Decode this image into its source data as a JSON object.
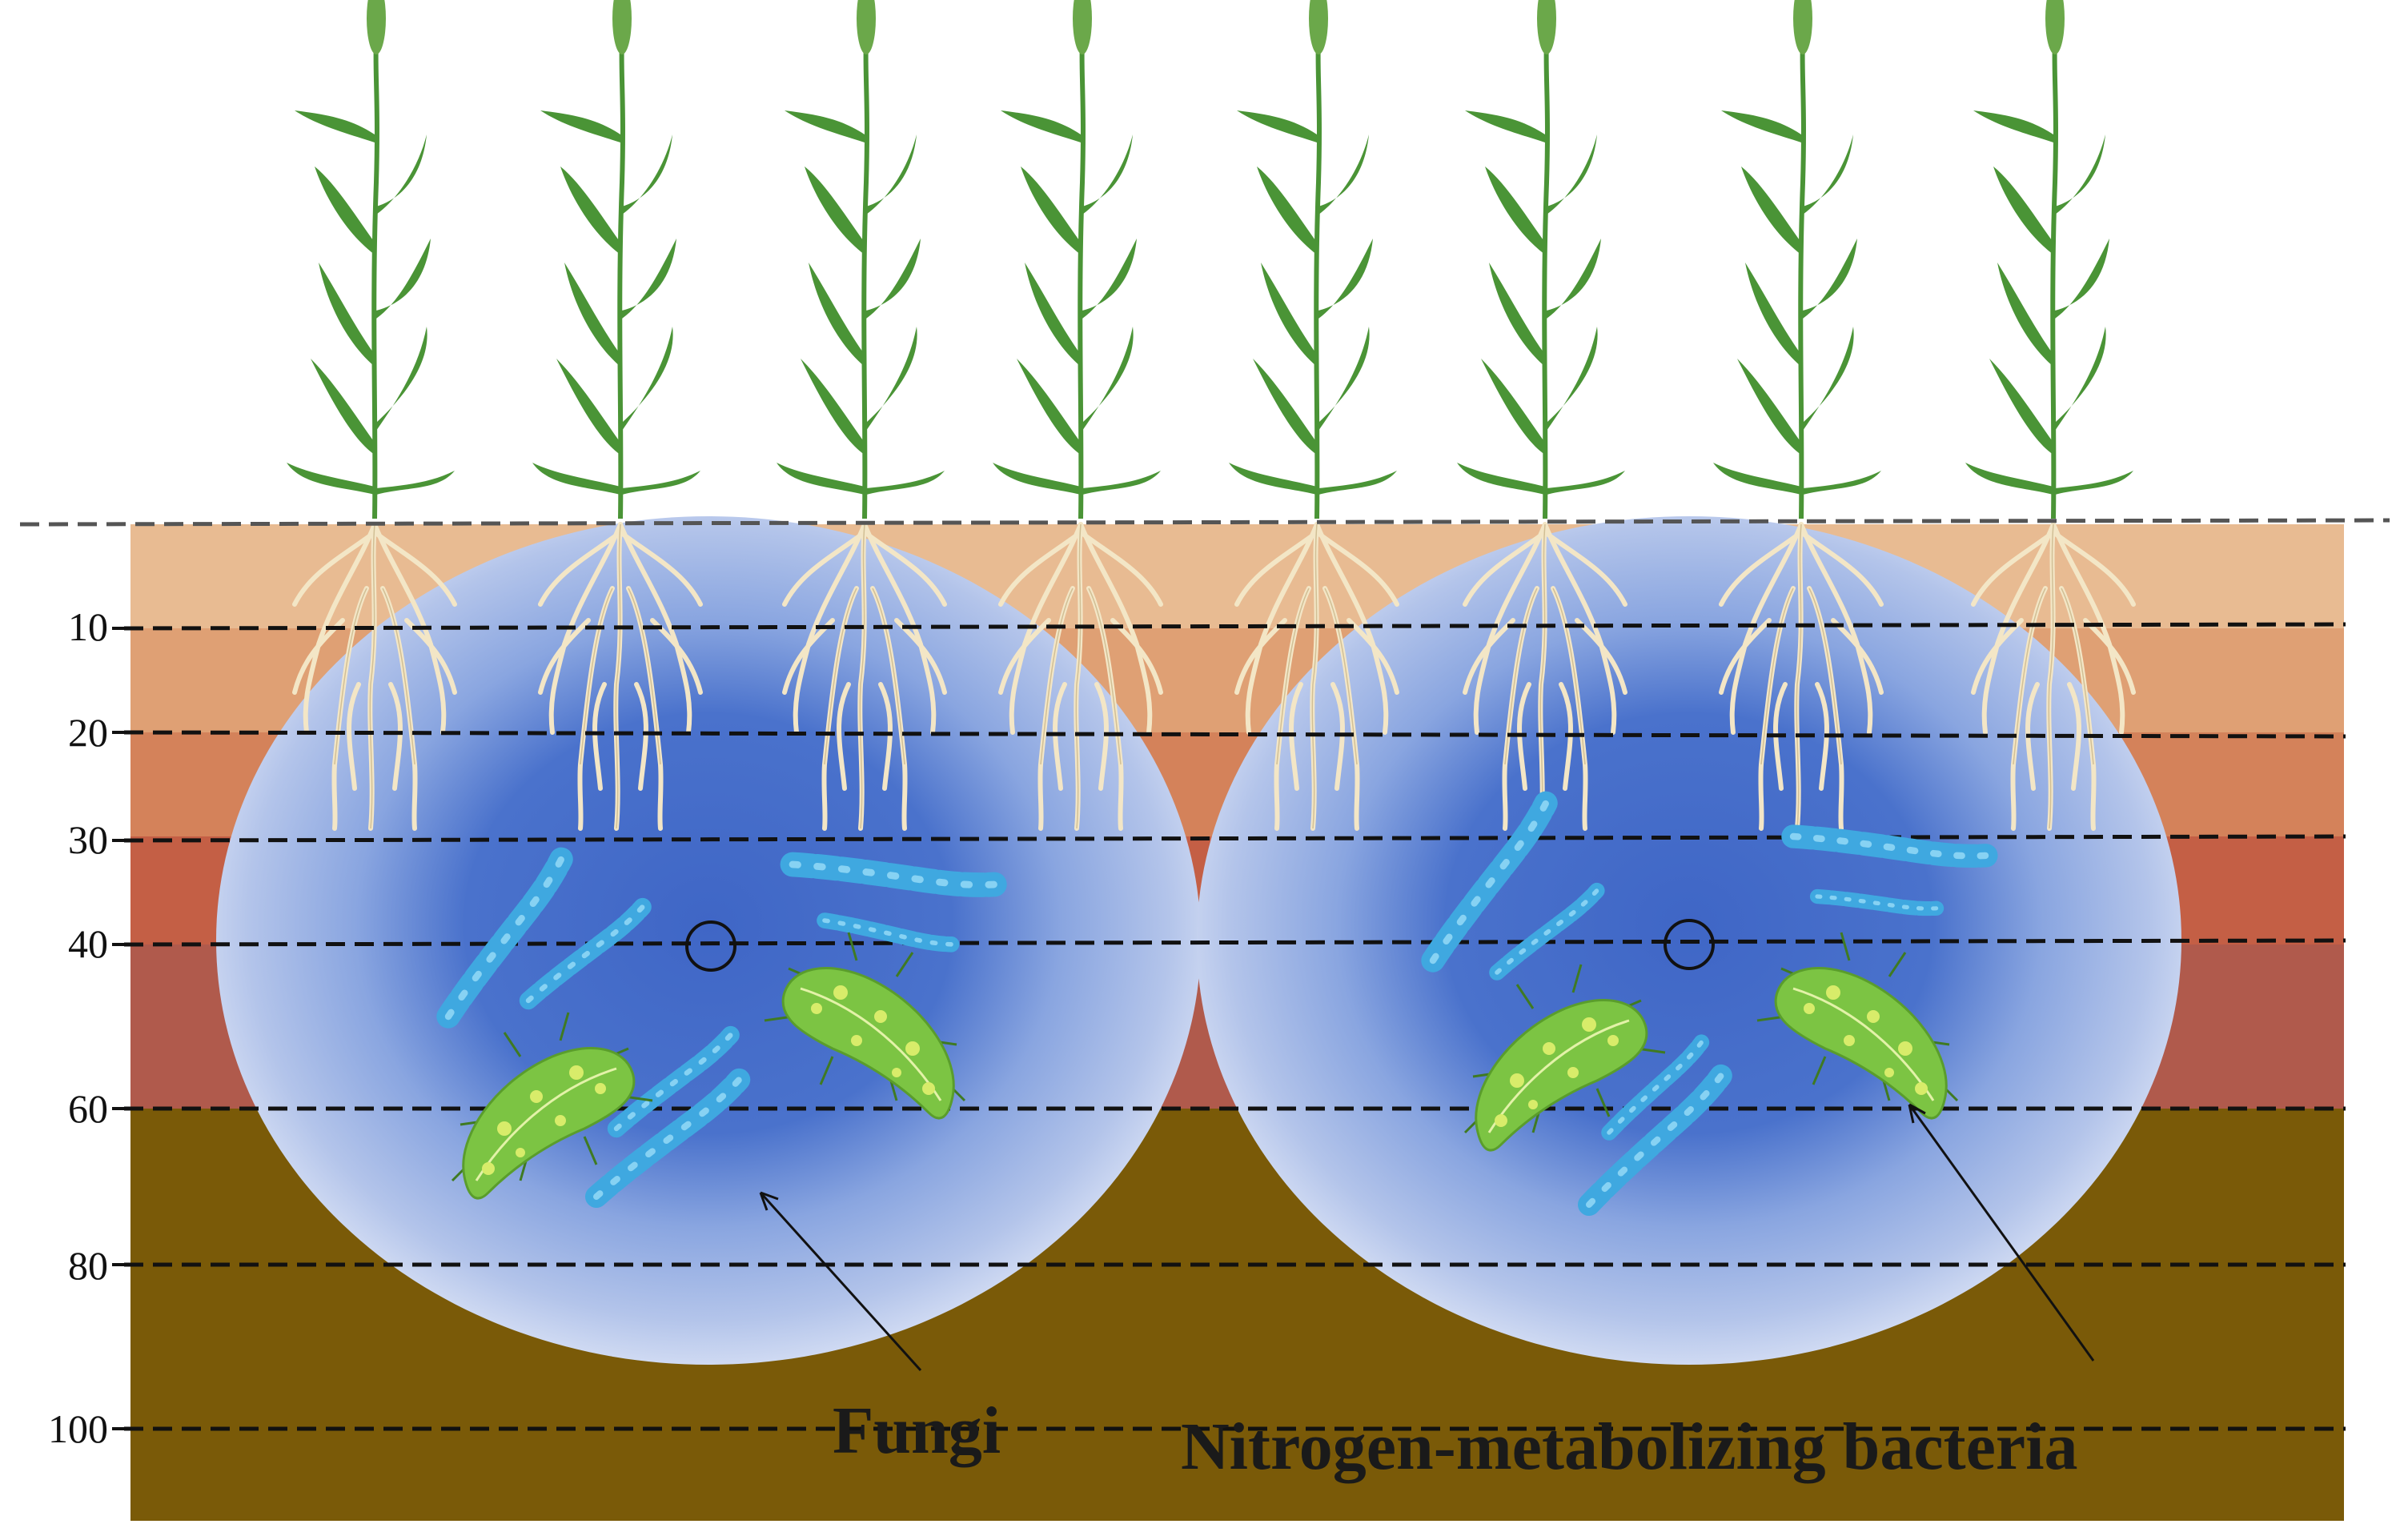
{
  "depth_markers": [
    "10",
    "20",
    "30",
    "40",
    "60",
    "80",
    "100"
  ],
  "labels": {
    "fungi": "Fungi",
    "bacteria": "Nitrogen-metabolizing bacteria"
  },
  "plant_count": 8,
  "colors": {
    "soil_layer_0_10": "#e8bb92",
    "soil_layer_10_20": "#dfa074",
    "soil_layer_20_30": "#d4825a",
    "soil_layer_30_40": "#c45f45",
    "soil_layer_40_60": "#b05a4c",
    "soil_layer_deep": "#7a5a08",
    "zone_core": "#4169c8",
    "zone_edge": "#dfe6f7",
    "fungi": "#3fa8e0",
    "fungi_stripe": "#8fd6f5",
    "bacteria": "#7cc443",
    "bacteria_spot": "#d8ec6a",
    "plant_leaf": "#4a9436",
    "root": "#f3e6c6"
  },
  "icons": [
    "wheat-plant-icon",
    "root-system-icon",
    "fungi-hypha-icon",
    "bacterium-icon",
    "pore-circle-icon"
  ]
}
